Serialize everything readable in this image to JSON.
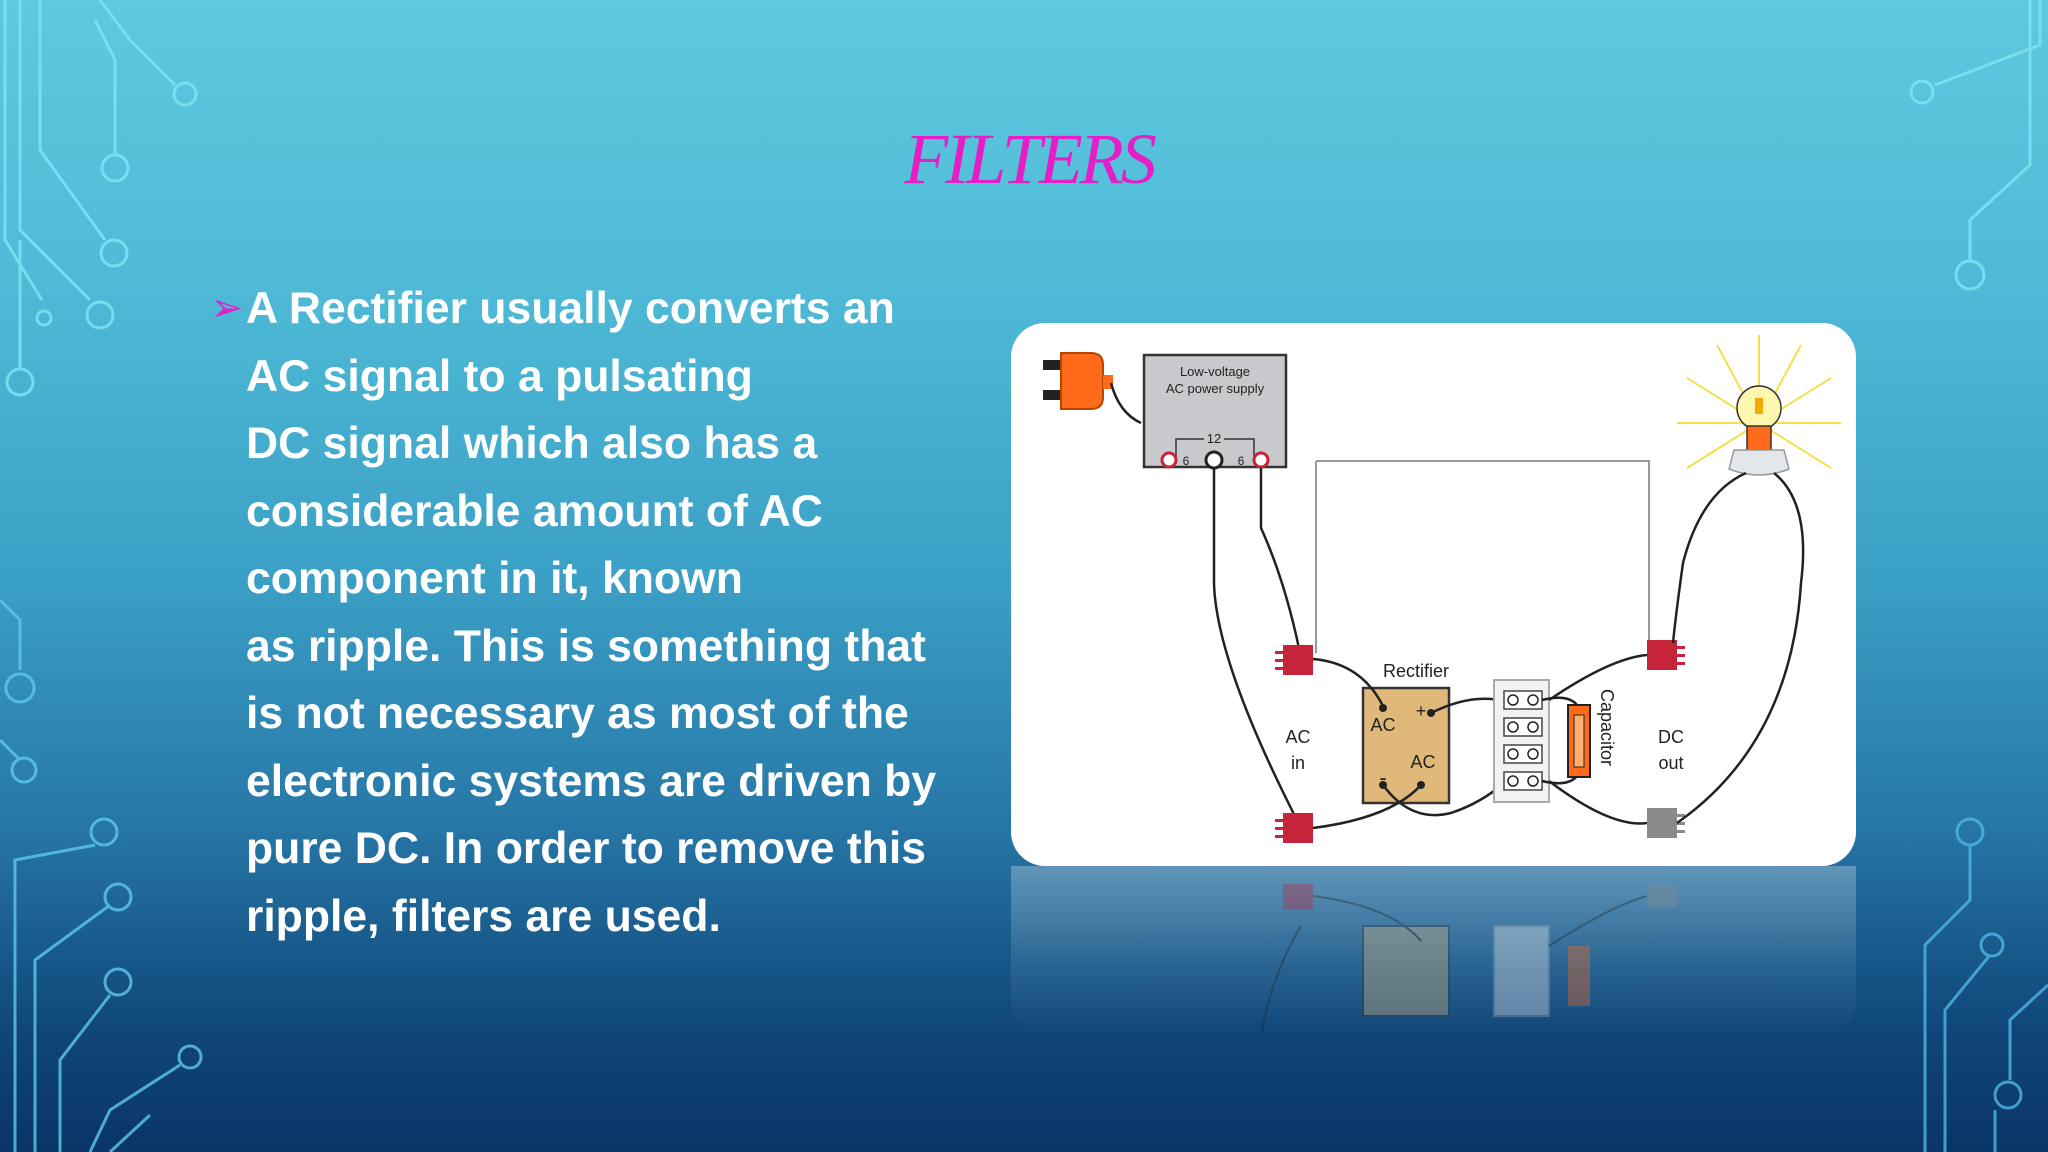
{
  "slide": {
    "title": "Filters",
    "bullet_icon": "arrow-bullet-icon",
    "bullet_lines": [
      "A Rectifier usually converts an",
      "AC signal to a pulsating",
      "DC signal which also has a",
      "considerable amount of AC",
      "component in it, known",
      "as ripple. This is something that",
      "is not necessary as most of the",
      "electronic systems are driven by",
      "pure DC. In order to remove this",
      "ripple, filters are used."
    ]
  },
  "diagram": {
    "power_supply_line1": "Low-voltage",
    "power_supply_line2": "AC power supply",
    "voltage_top": "12",
    "voltage_left": "6",
    "voltage_right": "6",
    "rectifier_label": "Rectifier",
    "rectifier_ac_top": "AC",
    "rectifier_ac_bottom": "AC",
    "rectifier_plus": "+",
    "rectifier_minus": "-",
    "capacitor_label": "Capacitor",
    "ac_in_line1": "AC",
    "ac_in_line2": "in",
    "dc_out_line1": "DC",
    "dc_out_line2": "out"
  },
  "colors": {
    "title": "#e61ec8",
    "bullet": "#e61ec8",
    "text": "#ffffff",
    "rectifier_box": "#e0b97a",
    "plug": "#ff6a1a",
    "terminal": "#c6243b"
  }
}
